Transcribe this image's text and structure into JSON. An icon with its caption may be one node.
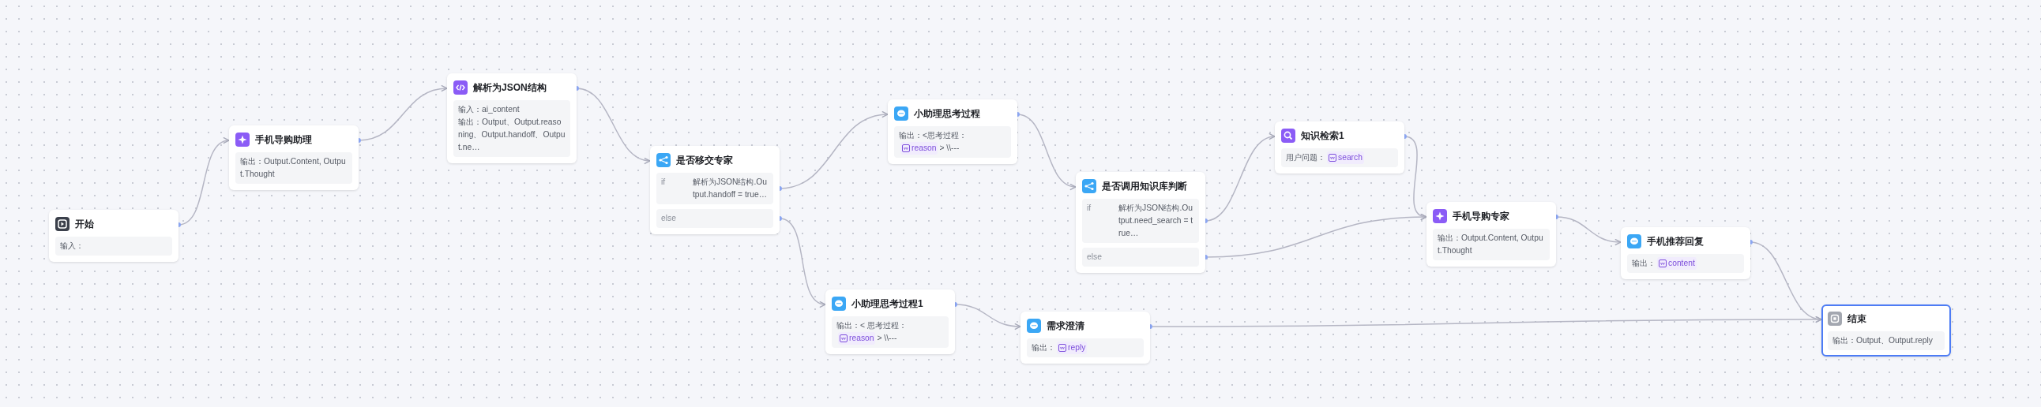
{
  "diagram": {
    "nodes": [
      {
        "text": [
          "开始",
          "输入："
        ]
      },
      {
        "text": [
          "手机导购助理",
          "输出：Output.Content, Output.Thought"
        ]
      },
      {
        "text": [
          "解析为JSON结构",
          "输入：ai_content",
          "输出：Output、Output.reasoning、Output.handoff、Output.ne…"
        ]
      },
      {
        "text": [
          "是否移交专家",
          "if",
          "解析为JSON结构.Output.handoff = true…",
          "else"
        ]
      },
      {
        "text": [
          "小助理思考过程",
          "输出：<思考过程：",
          "reason",
          "> \\\\---"
        ]
      },
      {
        "text": [
          "是否调用知识库判断",
          "if",
          "解析为JSON结构.Output.need_search = true…",
          "else"
        ]
      },
      {
        "text": [
          "小助理思考过程1",
          "输出：< 思考过程：",
          "reason",
          "> \\\\---"
        ]
      },
      {
        "text": [
          "需求澄清",
          "输出：",
          "reply"
        ]
      },
      {
        "text": [
          "知识检索1",
          "用户问题：",
          "search"
        ]
      },
      {
        "text": [
          "手机导购专家",
          "输出：Output.Content, Output.Thought"
        ]
      },
      {
        "text": [
          "手机推荐回复",
          "输出：",
          "content"
        ]
      },
      {
        "text": [
          "结束",
          "输出：Output、Output.reply"
        ]
      }
    ],
    "edges": [
      {
        "from": 0,
        "to": 1,
        "arrow": "to"
      },
      {
        "from": 1,
        "to": 2,
        "arrow": "to"
      },
      {
        "from": 2,
        "to": 3,
        "arrow": "to"
      },
      {
        "from": 3,
        "to": 4,
        "arrow": "to"
      },
      {
        "from": 3,
        "to": 6,
        "arrow": "to"
      },
      {
        "from": 4,
        "to": 5,
        "arrow": "to"
      },
      {
        "from": 5,
        "to": 8,
        "arrow": "to"
      },
      {
        "from": 5,
        "to": 9,
        "arrow": "to"
      },
      {
        "from": 6,
        "to": 7,
        "arrow": "to"
      },
      {
        "from": 8,
        "to": 9,
        "arrow": "to"
      },
      {
        "from": 9,
        "to": 10,
        "arrow": "to"
      },
      {
        "from": 7,
        "to": 11,
        "arrow": "to"
      },
      {
        "from": 10,
        "to": 11,
        "arrow": "to"
      }
    ]
  }
}
